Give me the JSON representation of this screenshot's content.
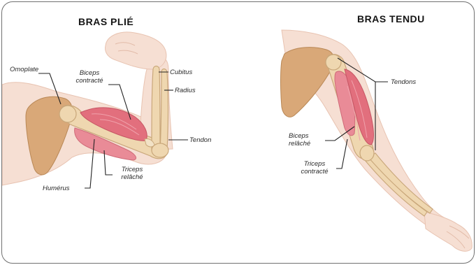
{
  "left_panel": {
    "title": "BRAS PLIÉ",
    "labels": {
      "omoplate": "Omoplate",
      "biceps_line1": "Biceps",
      "biceps_line2": "contracté",
      "cubitus": "Cubitus",
      "radius": "Radius",
      "tendon": "Tendon",
      "humerus": "Humérus",
      "triceps_line1": "Triceps",
      "triceps_line2": "relâché"
    }
  },
  "right_panel": {
    "title": "BRAS TENDU",
    "labels": {
      "tendons": "Tendons",
      "biceps_line1": "Biceps",
      "biceps_line2": "relâché",
      "triceps_line1": "Triceps",
      "triceps_line2": "contracté"
    }
  },
  "colors": {
    "skin": "#f6dfd3",
    "skin_edge": "#e8c3b1",
    "bone": "#efd7b0",
    "bone_edge": "#c9a77a",
    "scapula": "#d9a878",
    "muscle": "#e26f7d",
    "muscle_light": "#f0a2ac",
    "frame": "#6f6f6f"
  }
}
